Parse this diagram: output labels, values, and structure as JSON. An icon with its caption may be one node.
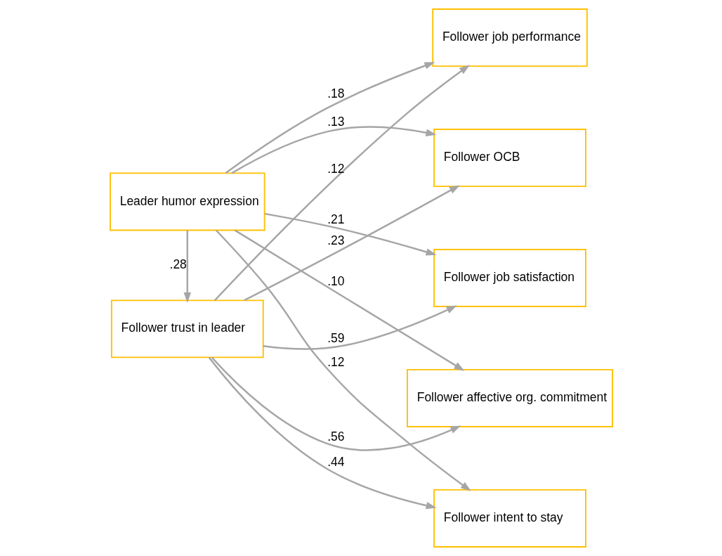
{
  "diagram": {
    "nodes": [
      {
        "text": [
          "Leader humor expression"
        ]
      },
      {
        "text": [
          "Follower trust in leader"
        ]
      },
      {
        "text": [
          "Follower job performance"
        ]
      },
      {
        "text": [
          "Follower OCB"
        ]
      },
      {
        "text": [
          "Follower job satisfaction"
        ]
      },
      {
        "text": [
          "Follower affective org. commitment"
        ]
      },
      {
        "text": [
          "Follower intent to stay"
        ]
      }
    ],
    "edges": [
      {
        "from": 0,
        "to": 1,
        "arrow": "to",
        "label": ".28"
      },
      {
        "from": 0,
        "to": 2,
        "arrow": "to",
        "label": ".18"
      },
      {
        "from": 1,
        "to": 2,
        "arrow": "to",
        "label": ".12"
      },
      {
        "from": 0,
        "to": 3,
        "arrow": "to",
        "label": ".13"
      },
      {
        "from": 1,
        "to": 3,
        "arrow": "to",
        "label": ".23"
      },
      {
        "from": 0,
        "to": 4,
        "arrow": "to",
        "label": ".21"
      },
      {
        "from": 1,
        "to": 4,
        "arrow": "to",
        "label": ".59"
      },
      {
        "from": 0,
        "to": 5,
        "arrow": "to",
        "label": ".10"
      },
      {
        "from": 1,
        "to": 5,
        "arrow": "to",
        "label": ".56"
      },
      {
        "from": 0,
        "to": 6,
        "arrow": "to",
        "label": ".12"
      },
      {
        "from": 1,
        "to": 6,
        "arrow": "to",
        "label": ".44"
      }
    ]
  }
}
